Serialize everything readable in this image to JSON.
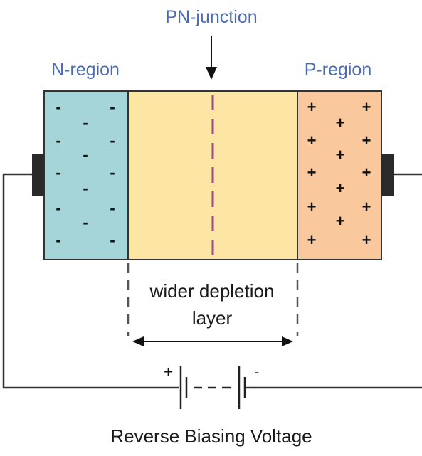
{
  "labels": {
    "junction": "PN-junction",
    "n_region": "N-region",
    "p_region": "P-region",
    "depletion_line1": "wider depletion",
    "depletion_line2": "layer",
    "battery_plus": "+",
    "battery_minus": "-",
    "caption": "Reverse Biasing Voltage"
  },
  "charges": {
    "n_symbol": "-",
    "p_symbol": "+"
  },
  "colors": {
    "n_region_fill": "#a6d5d9",
    "depletion_fill": "#fde5a4",
    "p_region_fill": "#f9c89c",
    "junction_line": "#9b4f7f",
    "label_text": "#4a6bb5",
    "wire": "#333333",
    "terminal": "#2a2a2a"
  }
}
